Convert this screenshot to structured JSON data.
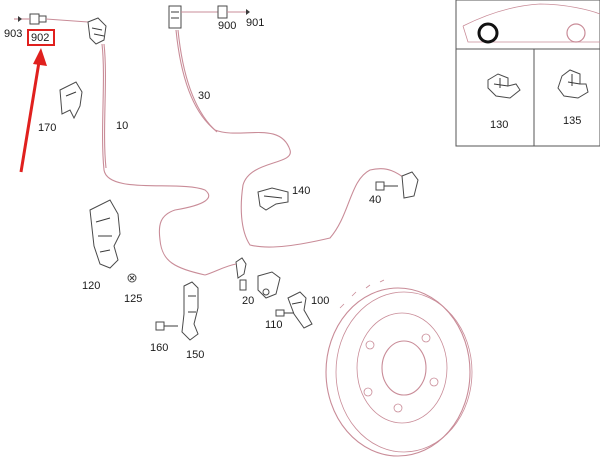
{
  "diagram": {
    "parts": [
      {
        "id": "903",
        "label": "903"
      },
      {
        "id": "902",
        "label": "902"
      },
      {
        "id": "170",
        "label": "170"
      },
      {
        "id": "10",
        "label": "10"
      },
      {
        "id": "30",
        "label": "30"
      },
      {
        "id": "900",
        "label": "900"
      },
      {
        "id": "901",
        "label": "901"
      },
      {
        "id": "130",
        "label": "130"
      },
      {
        "id": "135",
        "label": "135"
      },
      {
        "id": "140",
        "label": "140"
      },
      {
        "id": "40",
        "label": "40"
      },
      {
        "id": "120",
        "label": "120"
      },
      {
        "id": "125",
        "label": "125"
      },
      {
        "id": "20",
        "label": "20"
      },
      {
        "id": "100",
        "label": "100"
      },
      {
        "id": "110",
        "label": "110"
      },
      {
        "id": "160",
        "label": "160"
      },
      {
        "id": "150",
        "label": "150"
      }
    ],
    "highlighted_part": "902",
    "colors": {
      "line": "#c98c98",
      "highlight_box": "#e0201e",
      "arrow": "#e0201e",
      "text": "#1a1a1a"
    }
  }
}
